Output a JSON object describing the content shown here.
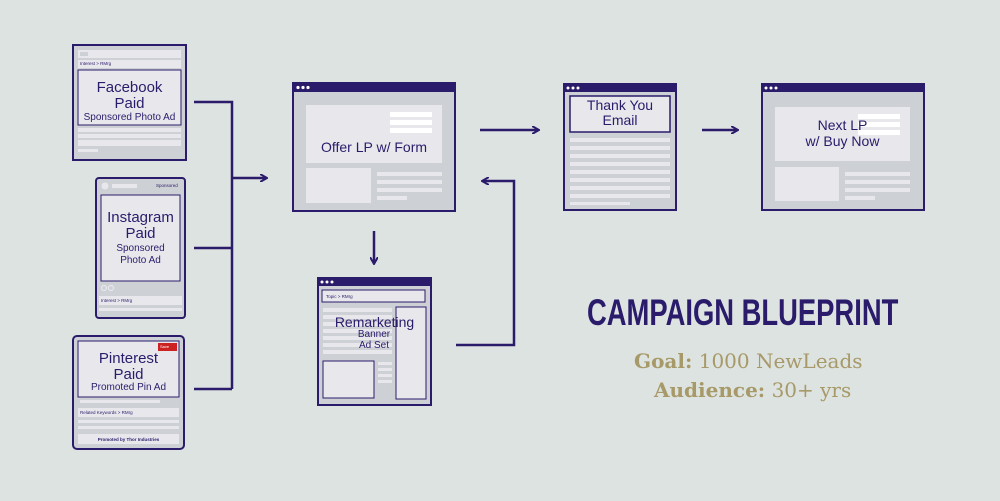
{
  "colors": {
    "background": "#dce3e0",
    "stroke": "#2a1b6b",
    "panel": "#cdd0d4",
    "inner": "#e8e8ec",
    "gold": "#a89968",
    "badge": "#cc2222"
  },
  "ads": {
    "facebook": {
      "title": "Facebook",
      "line2": "Paid",
      "line3": "Sponsored Photo Ad",
      "topbar": "Interest > RMrg"
    },
    "instagram": {
      "title": "Instagram",
      "line2": "Paid",
      "line3": "Sponsored",
      "line4": "Photo Ad",
      "sponsored_tag": "Sponsored",
      "bottombar": "Interest > RMrg"
    },
    "pinterest": {
      "title": "Pinterest",
      "line2": "Paid",
      "line3": "Promoted Pin Ad",
      "badge": "Save",
      "related": "Related Keywords > RMrg",
      "promoted_by": "Promoted by Thor Industries"
    }
  },
  "pages": {
    "offer_lp": {
      "label": "Offer LP w/ Form"
    },
    "remarketing": {
      "title": "Remarketing",
      "line2": "Banner",
      "line3": "Ad Set",
      "topic": "Topic > RMrg"
    },
    "thank_you": {
      "line1": "Thank You",
      "line2": "Email"
    },
    "next_lp": {
      "line1": "Next LP",
      "line2": "w/ Buy Now"
    }
  },
  "campaign": {
    "heading": "CAMPAIGN BLUEPRINT",
    "goal_label": "Goal:",
    "goal_value": "1000 NewLeads",
    "audience_label": "Audience:",
    "audience_value": "30+ yrs"
  }
}
